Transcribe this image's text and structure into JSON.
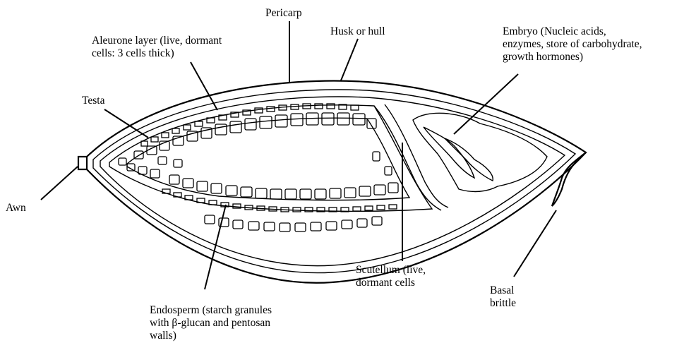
{
  "labels": {
    "pericarp": "Pericarp",
    "husk": "Husk or hull",
    "aleurone": [
      "Aleurone layer (live, dormant",
      "cells: 3 cells thick)"
    ],
    "embryo": [
      "Embryo (Nucleic acids,",
      "enzymes, store of carbohydrate,",
      "growth hormones)"
    ],
    "testa": "Testa",
    "awn": "Awn",
    "scutellum": [
      "Scutellum (live,",
      "dormant cells"
    ],
    "basal": [
      "Basal",
      "brittle"
    ],
    "endosperm": [
      "Endosperm (starch granules",
      "with β-glucan and pentosan",
      "walls)"
    ]
  }
}
